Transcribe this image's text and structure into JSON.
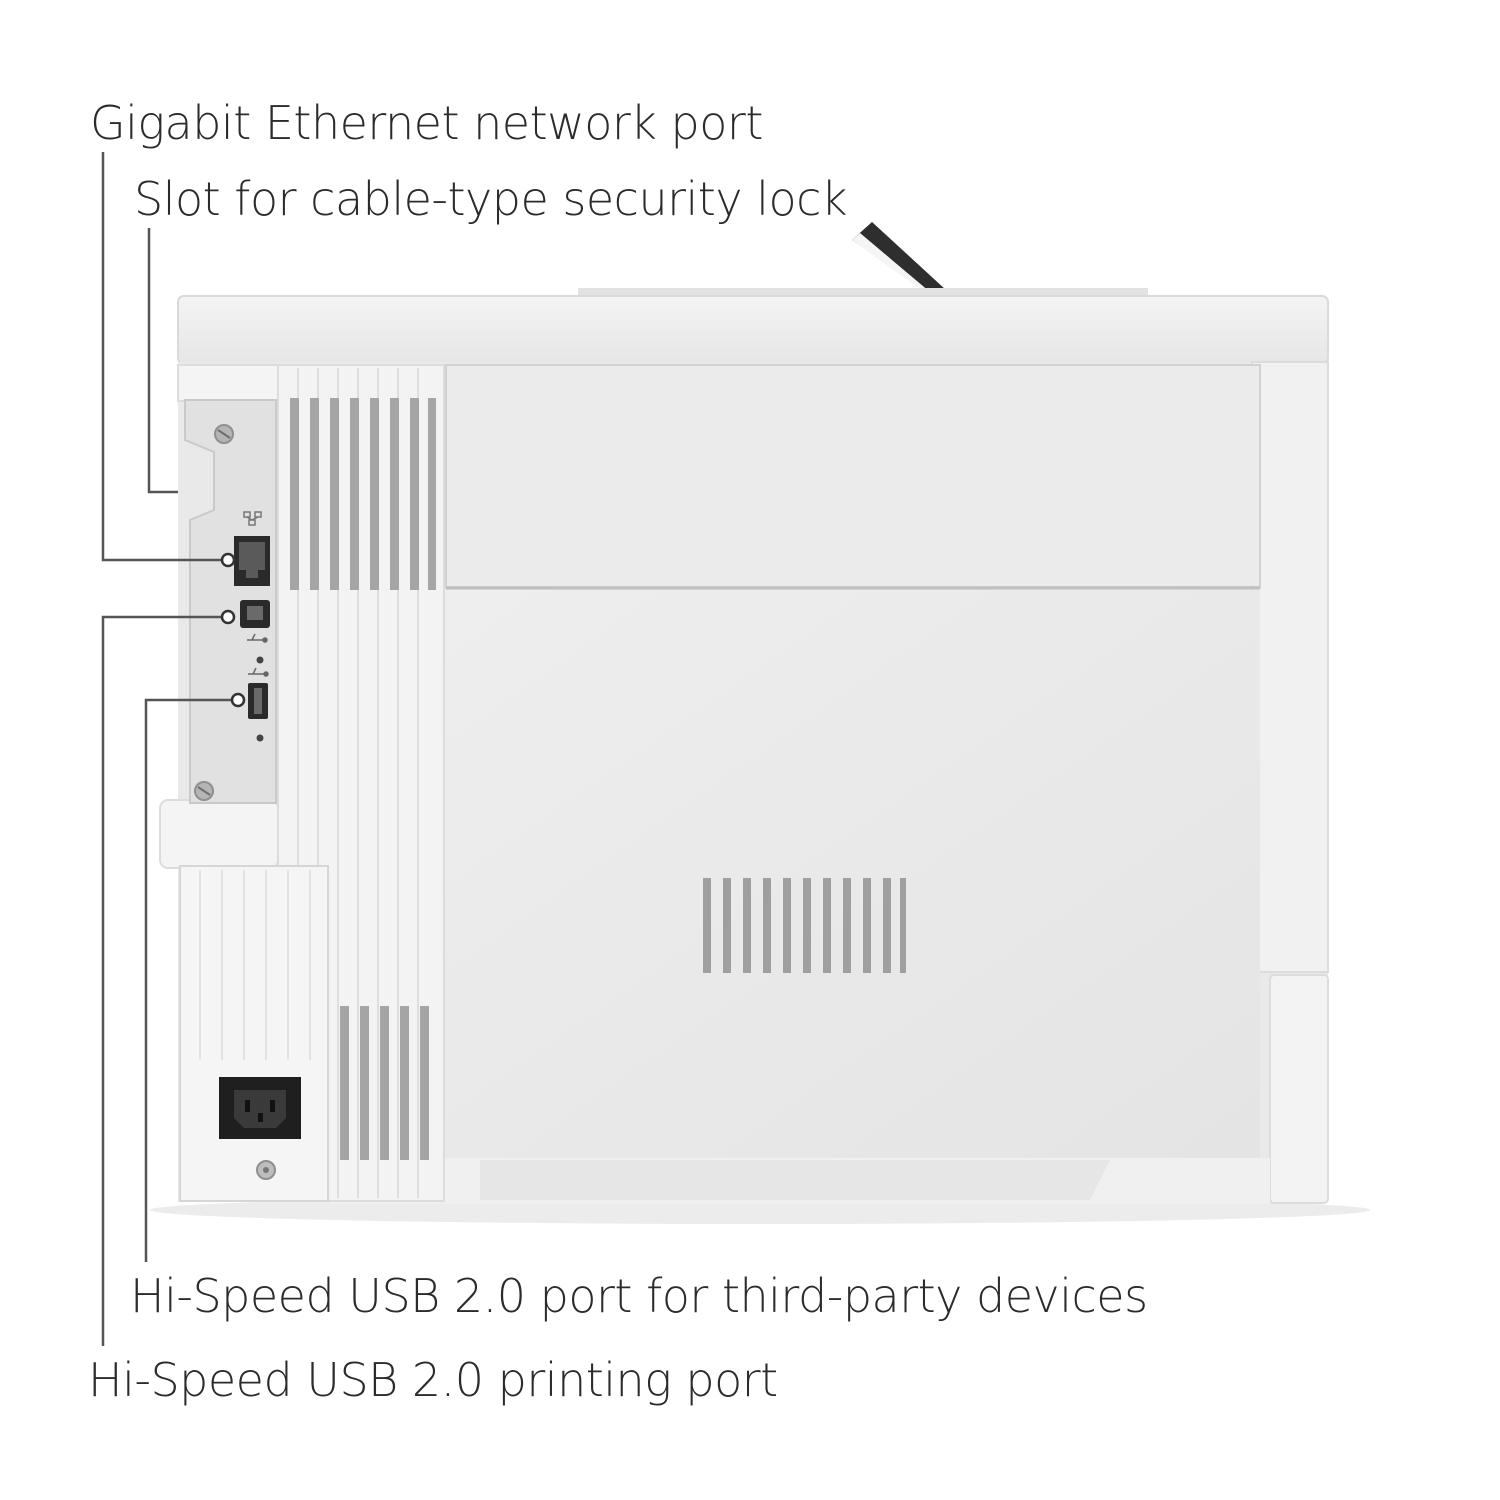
{
  "callouts": {
    "ethernet": "Gigabit Ethernet network port",
    "security_lock": "Slot for cable-type security lock",
    "usb_host": "Hi-Speed USB 2.0 port for third-party devices",
    "usb_printing": "Hi-Speed USB 2.0 printing port"
  },
  "colors": {
    "body": "#e8e8e8",
    "body_light": "#f2f2f2",
    "shadow": "#cfcfcf",
    "vent": "#a9a9a9",
    "leader_line": "#555555",
    "text": "#2b2b2b"
  }
}
